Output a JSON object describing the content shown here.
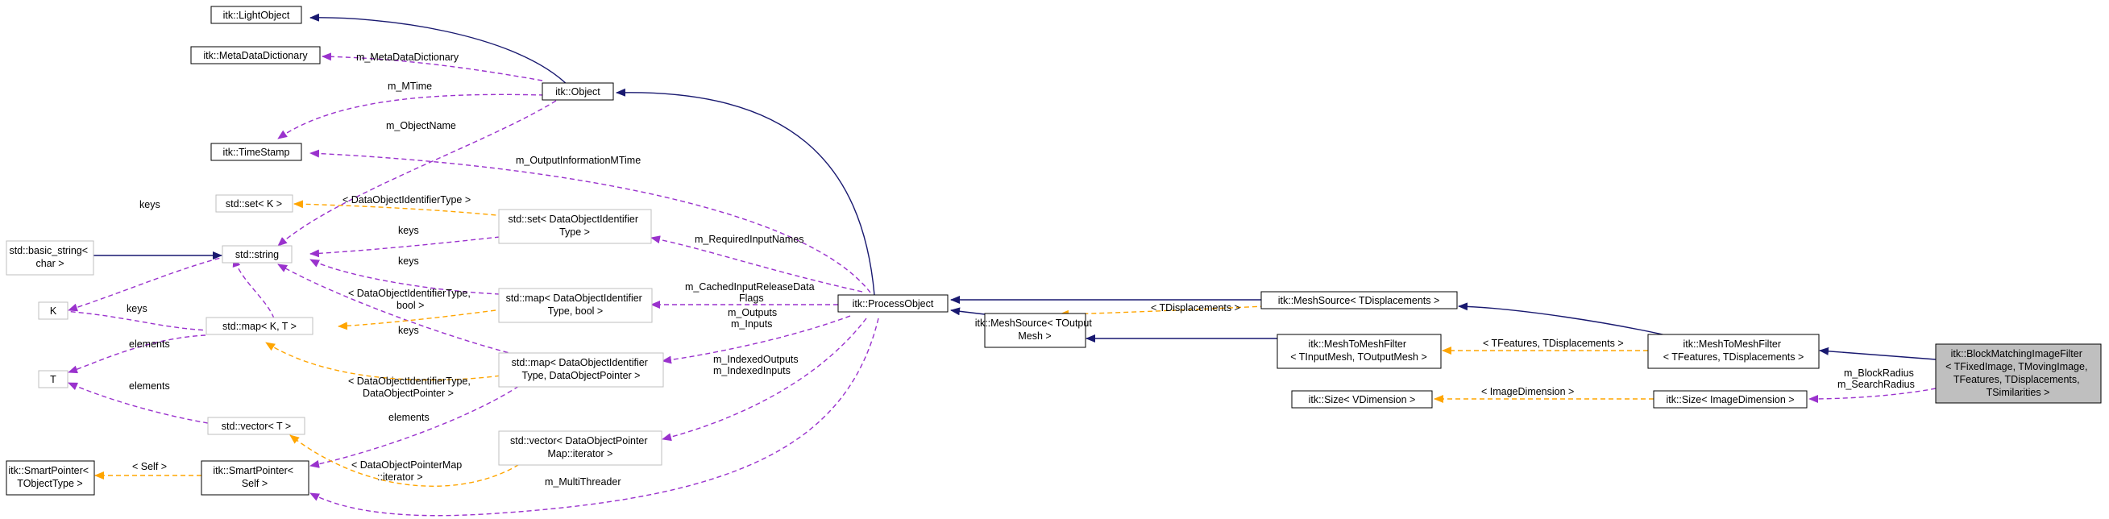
{
  "colors": {
    "inheritance": "#191970",
    "usage": "#9a32cd",
    "template": "#ffa500",
    "node_border": "#000000",
    "node_border_light": "#bfbfbf",
    "highlight_fill": "#bfbfbf"
  },
  "nodes": {
    "light_object": [
      "itk::LightObject"
    ],
    "meta_data_dictionary": [
      "itk::MetaDataDictionary"
    ],
    "object": [
      "itk::Object"
    ],
    "time_stamp": [
      "itk::TimeStamp"
    ],
    "std_set_k": [
      "std::set< K >"
    ],
    "std_set_doi": [
      "std::set< DataObjectIdentifier",
      "Type >"
    ],
    "basic_string": [
      "std::basic_string<",
      "char >"
    ],
    "std_string": [
      "std::string"
    ],
    "k": [
      "K"
    ],
    "std_map_kt": [
      "std::map< K, T >"
    ],
    "std_map_doi_bool": [
      "std::map< DataObjectIdentifier",
      "Type, bool >"
    ],
    "std_map_doi_dop": [
      "std::map< DataObjectIdentifier",
      "Type, DataObjectPointer >"
    ],
    "t": [
      "T"
    ],
    "std_vector_t": [
      "std::vector< T >"
    ],
    "std_vector_dop": [
      "std::vector< DataObjectPointer",
      "Map::iterator >"
    ],
    "smart_pointer_tobj": [
      "itk::SmartPointer<",
      "TObjectType >"
    ],
    "smart_pointer_self": [
      "itk::SmartPointer<",
      "Self >"
    ],
    "process_object": [
      "itk::ProcessObject"
    ],
    "mesh_source_toutput": [
      "itk::MeshSource< TOutput",
      "Mesh >"
    ],
    "mesh_source_tdisp": [
      "itk::MeshSource< TDisplacements >"
    ],
    "mesh_to_mesh_filter": [
      "itk::MeshToMeshFilter",
      "< TInputMesh, TOutputMesh >"
    ],
    "mesh_to_mesh_filter_tf": [
      "itk::MeshToMeshFilter",
      "< TFeatures, TDisplacements >"
    ],
    "size_vdim": [
      "itk::Size< VDimension >"
    ],
    "size_imgdim": [
      "itk::Size< ImageDimension >"
    ],
    "block_matching": [
      "itk::BlockMatchingImageFilter",
      "< TFixedImage, TMovingImage,",
      "TFeatures, TDisplacements,",
      "TSimilarities >"
    ]
  },
  "edge_labels": {
    "m_meta_data_dictionary": [
      "m_MetaDataDictionary"
    ],
    "m_mtime": [
      "m_MTime"
    ],
    "m_object_name": [
      "m_ObjectName"
    ],
    "m_output_information_mtime": [
      "m_OutputInformationMTime"
    ],
    "set_doi_type": [
      "< DataObjectIdentifierType >"
    ],
    "keys_set": [
      "keys"
    ],
    "keys_string": [
      "keys"
    ],
    "keys_map": [
      "keys"
    ],
    "keys_k": [
      "keys"
    ],
    "m_required_input_names": [
      "m_RequiredInputNames"
    ],
    "map_doi_bool": [
      "< DataObjectIdentifierType,",
      "bool >"
    ],
    "m_cached_input_release": [
      "m_CachedInputReleaseData",
      "Flags"
    ],
    "elements_t": [
      "elements"
    ],
    "map_doi_dop": [
      "< DataObjectIdentifierType,",
      "DataObjectPointer >"
    ],
    "m_outputs_inputs": [
      "m_Outputs",
      "m_Inputs"
    ],
    "elements_vector_t": [
      "elements"
    ],
    "m_indexed": [
      "m_IndexedOutputs",
      "m_IndexedInputs"
    ],
    "elements_sp": [
      "elements"
    ],
    "self": [
      "< Self >"
    ],
    "dop_map_iterator": [
      "< DataObjectPointerMap",
      "::iterator >"
    ],
    "m_multi_threader": [
      "m_MultiThreader"
    ],
    "t_displacements": [
      "< TDisplacements >"
    ],
    "t_features_disp": [
      "< TFeatures, TDisplacements >"
    ],
    "image_dimension": [
      "< ImageDimension >"
    ],
    "m_block_search_radius": [
      "m_BlockRadius",
      "m_SearchRadius"
    ]
  }
}
